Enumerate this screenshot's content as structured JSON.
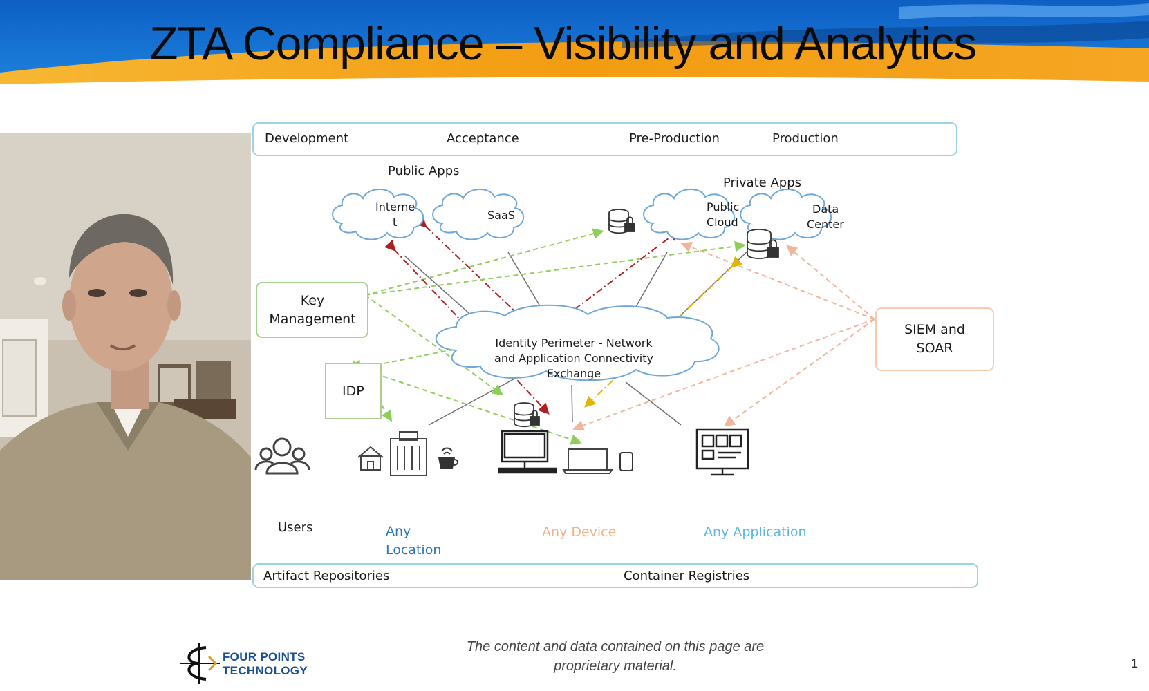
{
  "slide": {
    "title": "ZTA Compliance – Visibility and Analytics",
    "page_number": "1"
  },
  "footer": {
    "line1": "The content and data contained on this page are",
    "line2": "proprietary material.",
    "logo_line1": "FOUR POINTS",
    "logo_line2": "TECHNOLOGY"
  },
  "diagram": {
    "stages": [
      "Development",
      "Acceptance",
      "Pre-Production",
      "Production"
    ],
    "public_apps_title": "Public Apps",
    "private_apps_title": "Private Apps",
    "internet_line1": "Interne",
    "internet_line2": "t",
    "saas": "SaaS",
    "public_cloud_line1": "Public",
    "public_cloud_line2": "Cloud",
    "data_center_line1": "Data",
    "data_center_line2": "Center",
    "key_mgmt_line1": "Key",
    "key_mgmt_line2": "Management",
    "idp": "IDP",
    "siem_line1": "SIEM and",
    "siem_line2": "SOAR",
    "exchange_line1": "Identity Perimeter - Network",
    "exchange_line2": "and Application Connectivity",
    "exchange_line3": "Exchange",
    "users": "Users",
    "any_location_line1": "Any",
    "any_location_line2": "Location",
    "any_device": "Any Device",
    "any_application": "Any Application",
    "repositories_left": "Artifact Repositories",
    "repositories_right": "Container Registries",
    "colors": {
      "location_blue": "#2e75b6",
      "device_orange": "#f4b183",
      "application_blue": "#5bb8e0",
      "box_border_blue": "#9dd3e6",
      "key_box_border": "#a9d18e",
      "siem_box_border": "#f8cbad"
    }
  }
}
